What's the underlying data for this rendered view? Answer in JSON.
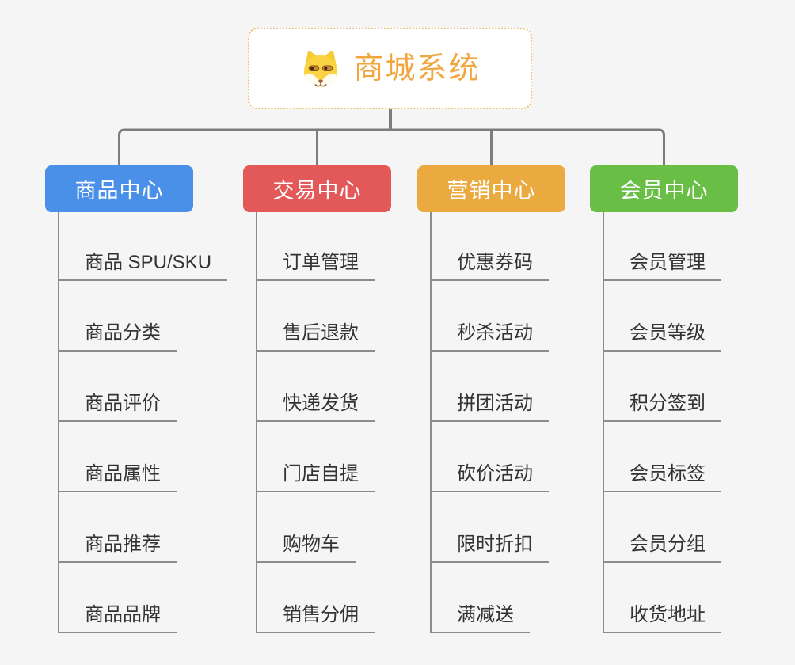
{
  "canvas": {
    "background": "#f5f5f5",
    "connector_color": "#7d7d7d",
    "branch_line_color": "#8c8c8c"
  },
  "root": {
    "title": "商城系统",
    "icon": "dog-face-icon",
    "text_color": "#f1a63f",
    "border_color": "#f0be72",
    "background": "#ffffff"
  },
  "branches": [
    {
      "label": "商品中心",
      "color": "#4a90e8",
      "children": [
        "商品 SPU/SKU",
        "商品分类",
        "商品评价",
        "商品属性",
        "商品推荐",
        "商品品牌"
      ]
    },
    {
      "label": "交易中心",
      "color": "#e35858",
      "children": [
        "订单管理",
        "售后退款",
        "快递发货",
        "门店自提",
        "购物车",
        "销售分佣"
      ]
    },
    {
      "label": "营销中心",
      "color": "#ebaa3f",
      "children": [
        "优惠券码",
        "秒杀活动",
        "拼团活动",
        "砍价活动",
        "限时折扣",
        "满减送"
      ]
    },
    {
      "label": "会员中心",
      "color": "#69be45",
      "children": [
        "会员管理",
        "会员等级",
        "积分签到",
        "会员标签",
        "会员分组",
        "收货地址"
      ]
    }
  ]
}
